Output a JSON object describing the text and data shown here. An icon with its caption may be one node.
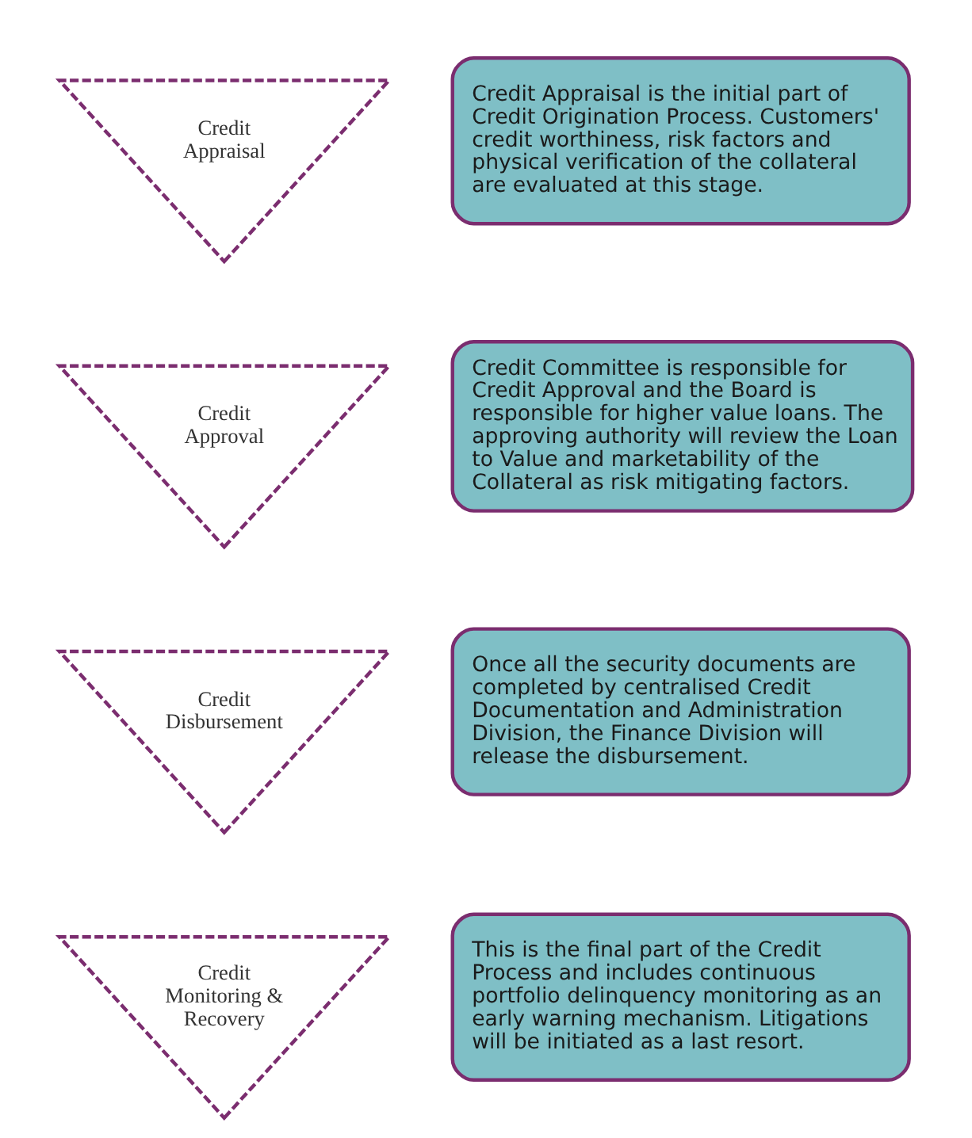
{
  "diagram": {
    "nodes": [
      {
        "text": [
          "Credit Appraisal"
        ]
      },
      {
        "text": [
          "Credit Appraisal is the initial part of Credit Origination Process. Customers' credit worthiness, risk factors and physical verification of the collateral are evaluated at this stage."
        ]
      },
      {
        "text": [
          "Credit Approval"
        ]
      },
      {
        "text": [
          "Credit Committee is responsible for Credit Approval and the Board is responsible for higher value loans. The approving authority will review the Loan to Value and marketability of the Collateral as risk mitigating factors."
        ]
      },
      {
        "text": [
          "Credit Disbursement"
        ]
      },
      {
        "text": [
          "Once all the security documents are completed by centralised Credit Documentation and Administration Division, the Finance Division will release the disbursement."
        ]
      },
      {
        "text": [
          "Credit Monitoring & Recovery"
        ]
      },
      {
        "text": [
          "This is the final part of the Credit Process and includes continuous portfolio delinquency monitoring as an early warning mechanism. Litigations will be initiated as a last resort."
        ]
      }
    ]
  }
}
